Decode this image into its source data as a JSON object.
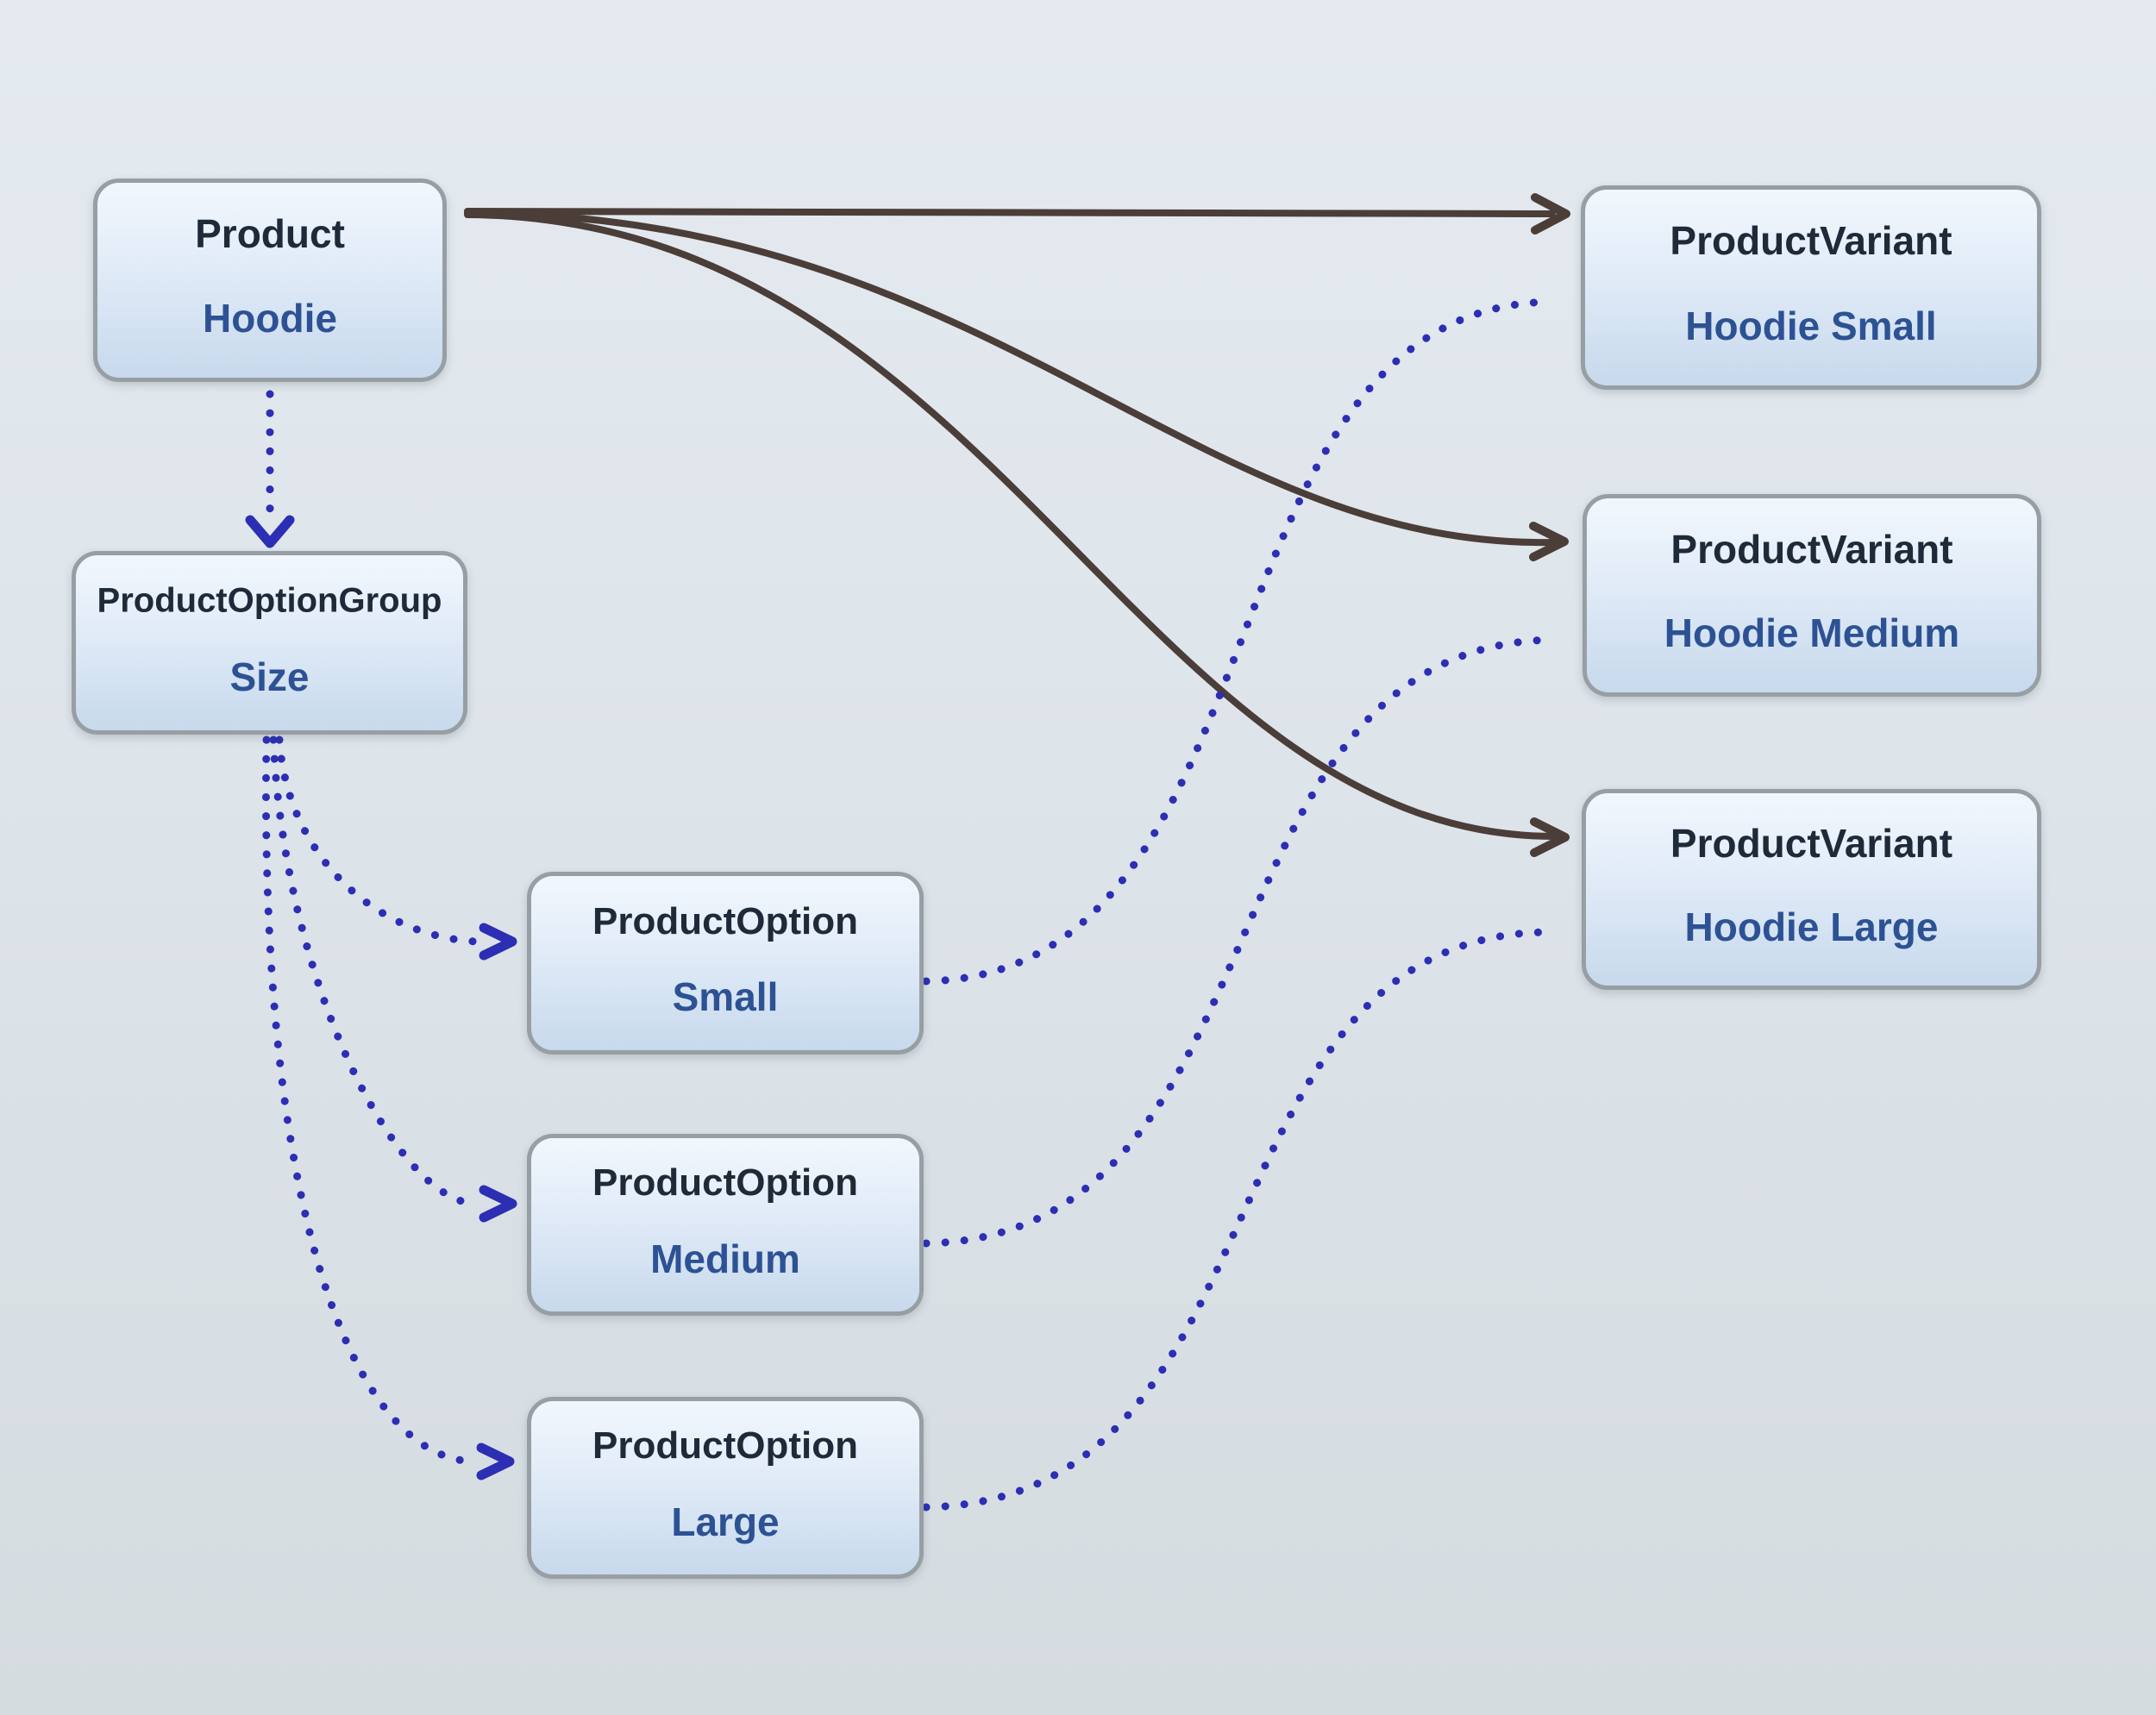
{
  "diagram": {
    "nodes": [
      {
        "id": "product",
        "type": "Product",
        "value": "Hoodie"
      },
      {
        "id": "product-option-group",
        "type": "ProductOptionGroup",
        "value": "Size"
      },
      {
        "id": "product-option-small",
        "type": "ProductOption",
        "value": "Small"
      },
      {
        "id": "product-option-medium",
        "type": "ProductOption",
        "value": "Medium"
      },
      {
        "id": "product-option-large",
        "type": "ProductOption",
        "value": "Large"
      },
      {
        "id": "product-variant-small",
        "type": "ProductVariant",
        "value": "Hoodie Small"
      },
      {
        "id": "product-variant-medium",
        "type": "ProductVariant",
        "value": "Hoodie Medium"
      },
      {
        "id": "product-variant-large",
        "type": "ProductVariant",
        "value": "Hoodie Large"
      }
    ],
    "edges": [
      {
        "from": "product",
        "to": "product-variant-small",
        "style": "solid",
        "arrowhead": "open-arrow"
      },
      {
        "from": "product",
        "to": "product-variant-medium",
        "style": "solid",
        "arrowhead": "open-arrow"
      },
      {
        "from": "product",
        "to": "product-variant-large",
        "style": "solid",
        "arrowhead": "open-arrow"
      },
      {
        "from": "product",
        "to": "product-option-group",
        "style": "dotted",
        "arrowhead": "chevron"
      },
      {
        "from": "product-option-group",
        "to": "product-option-small",
        "style": "dotted",
        "arrowhead": "chevron"
      },
      {
        "from": "product-option-group",
        "to": "product-option-medium",
        "style": "dotted",
        "arrowhead": "chevron"
      },
      {
        "from": "product-option-group",
        "to": "product-option-large",
        "style": "dotted",
        "arrowhead": "chevron"
      },
      {
        "from": "product-option-small",
        "to": "product-variant-small",
        "style": "dotted",
        "arrowhead": "none"
      },
      {
        "from": "product-option-medium",
        "to": "product-variant-medium",
        "style": "dotted",
        "arrowhead": "none"
      },
      {
        "from": "product-option-large",
        "to": "product-variant-large",
        "style": "dotted",
        "arrowhead": "none"
      }
    ],
    "colors": {
      "background_top": "#e4eaf0",
      "background_bottom": "#d5dce0",
      "node_fill_top": "#f2f7fd",
      "node_fill_bottom": "#c7d9ec",
      "node_border": "#979fa4",
      "type_text": "#1f2a38",
      "value_text": "#2d5294",
      "solid_edge": "#4b3d38",
      "dotted_edge": "#2c2eb4"
    }
  }
}
